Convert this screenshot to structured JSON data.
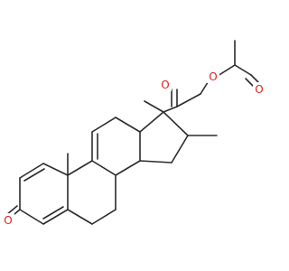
{
  "colors": {
    "background": "#ffffff",
    "bond": "#2b2b2b",
    "oxygen": "#e0201b"
  },
  "atoms": {
    "ketone_o_side_chain": "O",
    "ester_o": "O",
    "acetyl_o": "O",
    "ring_ketone_o": "O"
  }
}
